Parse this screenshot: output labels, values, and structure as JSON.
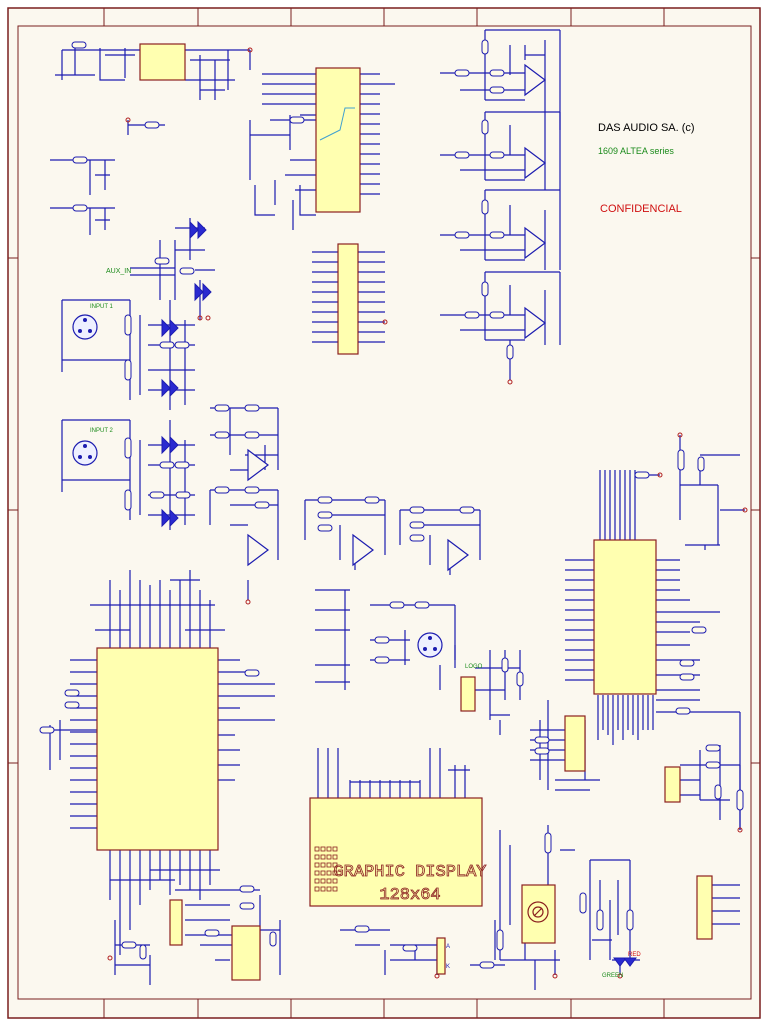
{
  "title_block": {
    "company": "DAS AUDIO SA. (c)",
    "series": "1609 ALTEA series",
    "confidential": "CONFIDENCIAL"
  },
  "labels": {
    "aux_in": "AUX_IN",
    "input1": "INPUT 1",
    "input2": "INPUT 2",
    "logo": "LOGO",
    "red": "RED",
    "green": "GREEN",
    "pin_a": "A",
    "pin_k": "K"
  },
  "display": {
    "line1": "GRAPHIC DISPLAY",
    "line2": "128x64"
  },
  "colors": {
    "background": "#fbf8ef",
    "border": "#7a1f1f",
    "wire": "#1c1cb0",
    "component_fill": "#ffffb0",
    "component_stroke": "#8b2020",
    "label_green": "#1a8a1a",
    "confidential_red": "#d01010"
  }
}
